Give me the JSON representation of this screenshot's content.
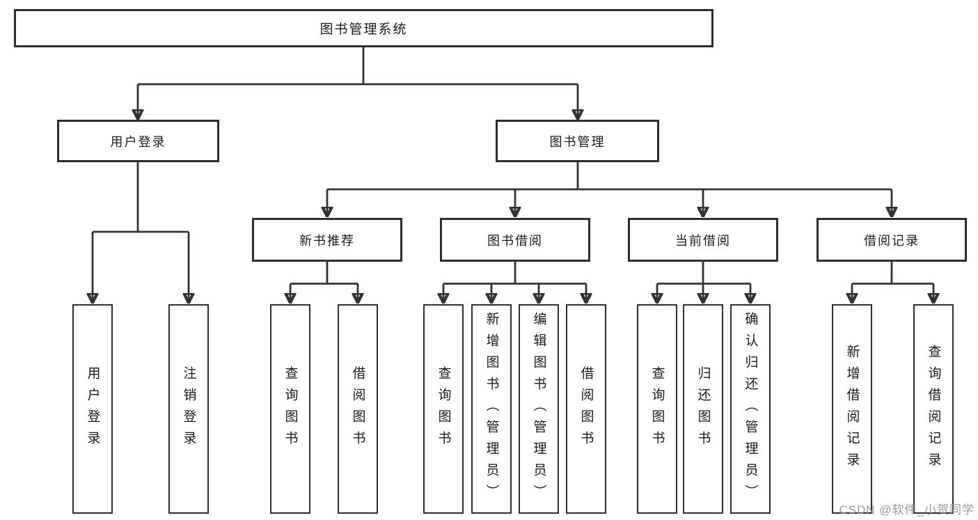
{
  "diagram": {
    "title": "图书管理系统",
    "type": "hierarchy-tree",
    "tree": {
      "label": "图书管理系统",
      "children": [
        {
          "label": "用户登录",
          "children": [
            {
              "label": "用户登录"
            },
            {
              "label": "注销登录"
            }
          ]
        },
        {
          "label": "图书管理",
          "children": [
            {
              "label": "新书推荐",
              "children": [
                {
                  "label": "查询图书"
                },
                {
                  "label": "借阅图书"
                }
              ]
            },
            {
              "label": "图书借阅",
              "children": [
                {
                  "label": "查询图书"
                },
                {
                  "label": "新增图书（管理员）"
                },
                {
                  "label": "编辑图书（管理员）"
                },
                {
                  "label": "借阅图书"
                }
              ]
            },
            {
              "label": "当前借阅",
              "children": [
                {
                  "label": "查询图书"
                },
                {
                  "label": "归还图书"
                },
                {
                  "label": "确认归还（管理员）"
                }
              ]
            },
            {
              "label": "借阅记录",
              "children": [
                {
                  "label": "新增借阅记录"
                },
                {
                  "label": "查询借阅记录"
                }
              ]
            }
          ]
        }
      ]
    }
  },
  "watermark": {
    "text": "CSDN @软件_小贺同学"
  },
  "colors": {
    "line": "#333333",
    "box_border": "#2d2d2d",
    "text": "#1a1a1a",
    "watermark_text": "#98999b",
    "background": "#ffffff"
  }
}
